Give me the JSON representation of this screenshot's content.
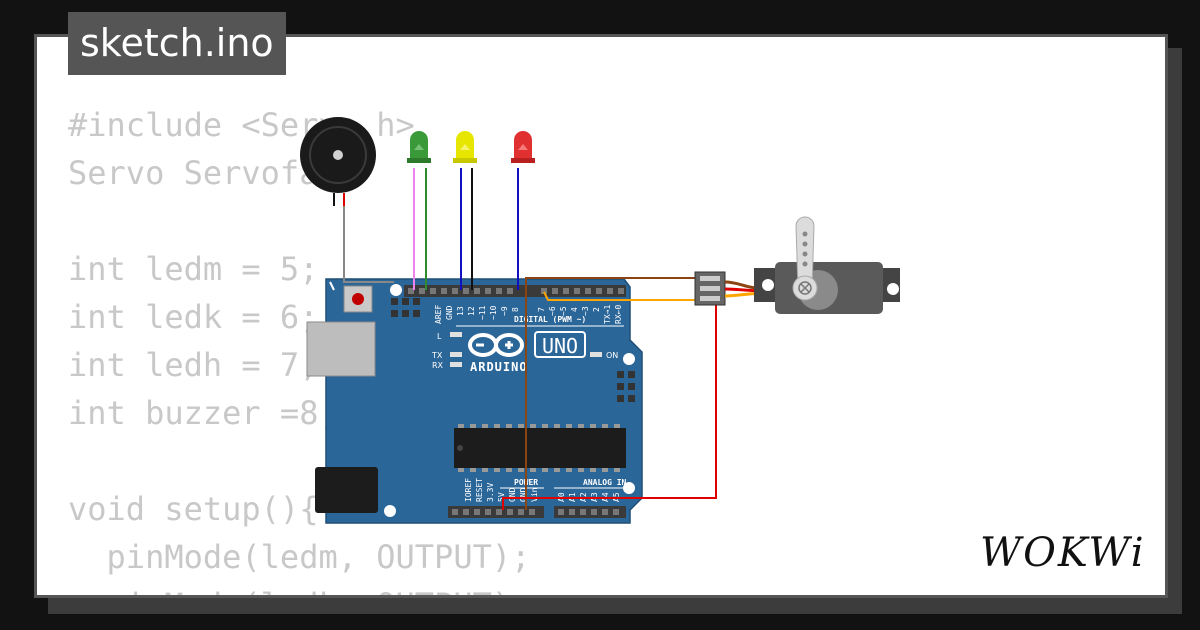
{
  "file_tab": {
    "title": "sketch.ino"
  },
  "code": {
    "lines": [
      "#include <Servo.h>",
      "Servo Servofa;",
      "",
      "int ledm = 5;",
      "int ledk = 6;",
      "int ledh = 7;",
      "int buzzer =8;",
      "",
      "void setup(){",
      "  pinMode(ledm, OUTPUT);",
      "  pinMode(ledk, OUTPUT);"
    ]
  },
  "board": {
    "model": "UNO",
    "brand": "ARDUINO",
    "digital_label": "DIGITAL (PWM ~)",
    "power_label": "POWER",
    "analog_label": "ANALOG IN",
    "pin_aref": "AREF",
    "pin_gnd": "GND",
    "pin_13": "13",
    "pin_12": "12",
    "pin_11": "~11",
    "pin_10": "~10",
    "pin_9": "~9",
    "pin_8": "8",
    "pin_7": "7",
    "pin_6": "~6",
    "pin_5": "~5",
    "pin_4": "4",
    "pin_3": "~3",
    "pin_2": "2",
    "pin_tx1": "TX→1",
    "pin_rx0": "RX←0",
    "led_l": "L",
    "led_tx": "TX",
    "led_rx": "RX",
    "led_on": "ON",
    "pin_ioref": "IOREF",
    "pin_reset": "RESET",
    "pin_3v3": "3.3V",
    "pin_5v": "5V",
    "pin_gnd1": "GND",
    "pin_gnd2": "GND",
    "pin_vin": "Vin",
    "pin_a0": "A0",
    "pin_a1": "A1",
    "pin_a2": "A2",
    "pin_a3": "A3",
    "pin_a4": "A4",
    "pin_a5": "A5",
    "board_color": "#2b6699"
  },
  "leds": [
    {
      "color": "#3a9a3a",
      "name": "green"
    },
    {
      "color": "#e6e600",
      "name": "yellow"
    },
    {
      "color": "#e03030",
      "name": "red"
    }
  ],
  "brand_logo": {
    "text": "WOKWi"
  }
}
